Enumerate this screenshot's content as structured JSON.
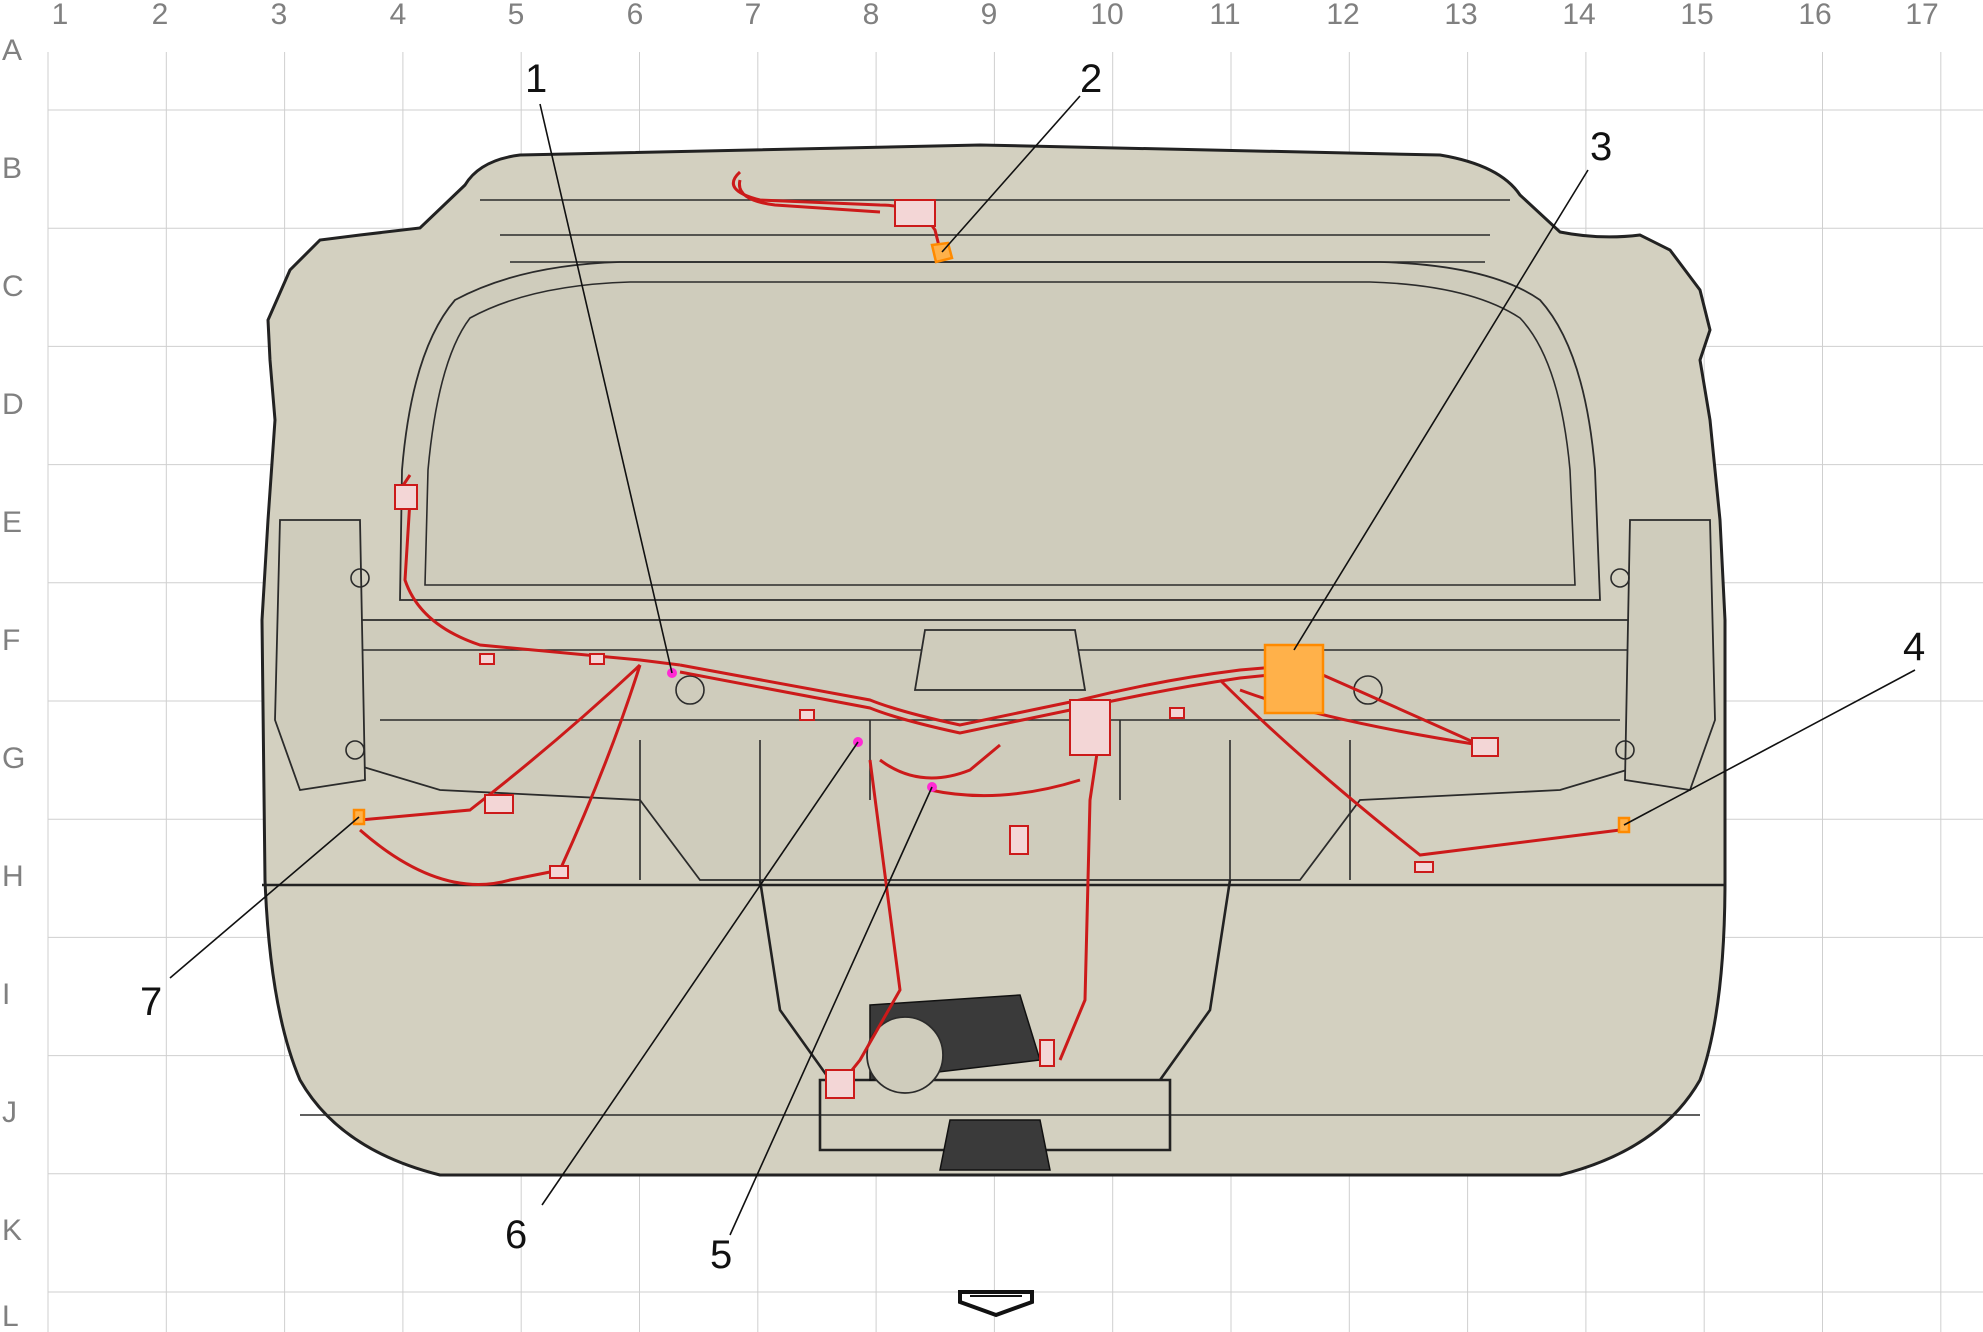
{
  "grid": {
    "columns": [
      "1",
      "2",
      "3",
      "4",
      "5",
      "6",
      "7",
      "8",
      "9",
      "10",
      "11",
      "12",
      "13",
      "14",
      "15",
      "16",
      "17"
    ],
    "rows": [
      "A",
      "B",
      "C",
      "D",
      "E",
      "F",
      "G",
      "H",
      "I",
      "J",
      "K",
      "L"
    ]
  },
  "callouts": [
    {
      "id": "callout-1",
      "label": "1"
    },
    {
      "id": "callout-2",
      "label": "2"
    },
    {
      "id": "callout-3",
      "label": "3"
    },
    {
      "id": "callout-4",
      "label": "4"
    },
    {
      "id": "callout-5",
      "label": "5"
    },
    {
      "id": "callout-6",
      "label": "6"
    },
    {
      "id": "callout-7",
      "label": "7"
    }
  ],
  "colors": {
    "body": "#d3d0c0",
    "harness": "#cc1a1a",
    "module": "#ffb14a",
    "grid": "#cfcfcf"
  },
  "icons": {
    "direction": "front-direction-arrow-icon"
  }
}
